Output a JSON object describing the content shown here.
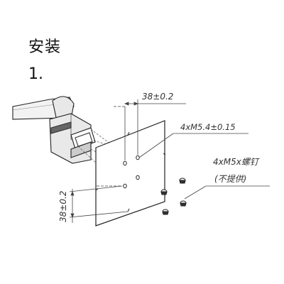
{
  "heading": {
    "title": "安装",
    "step": "1."
  },
  "dimensions": {
    "spacing_top": "38±0.2",
    "spacing_left": "38±0.2",
    "hole_spec": "4xM5.4±0.15"
  },
  "callout": {
    "screw_spec": "4xM5x螺钉",
    "note": "(不提供)"
  }
}
